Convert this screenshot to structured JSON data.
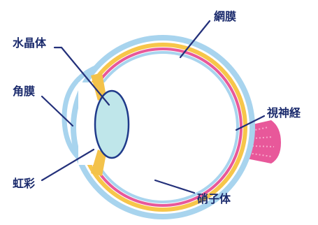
{
  "diagram": {
    "labels": {
      "lens": "水晶体",
      "cornea": "角膜",
      "iris": "虹彩",
      "retina": "網膜",
      "optic_nerve": "視神経",
      "vitreous": "硝子体"
    }
  },
  "colors": {
    "outer_sclera": "#a8d4ee",
    "inner_sclera": "#9fd0ec",
    "retina_yellow": "#f7c64a",
    "retina_pink": "#e8589a",
    "lens_fill": "#bfe6ea",
    "lens_stroke": "#1f3a8a",
    "iris": "#f3c24a",
    "optic_nerve": "#e8589a",
    "label_text": "#1a2a6c",
    "leader_line": "#23307a"
  }
}
